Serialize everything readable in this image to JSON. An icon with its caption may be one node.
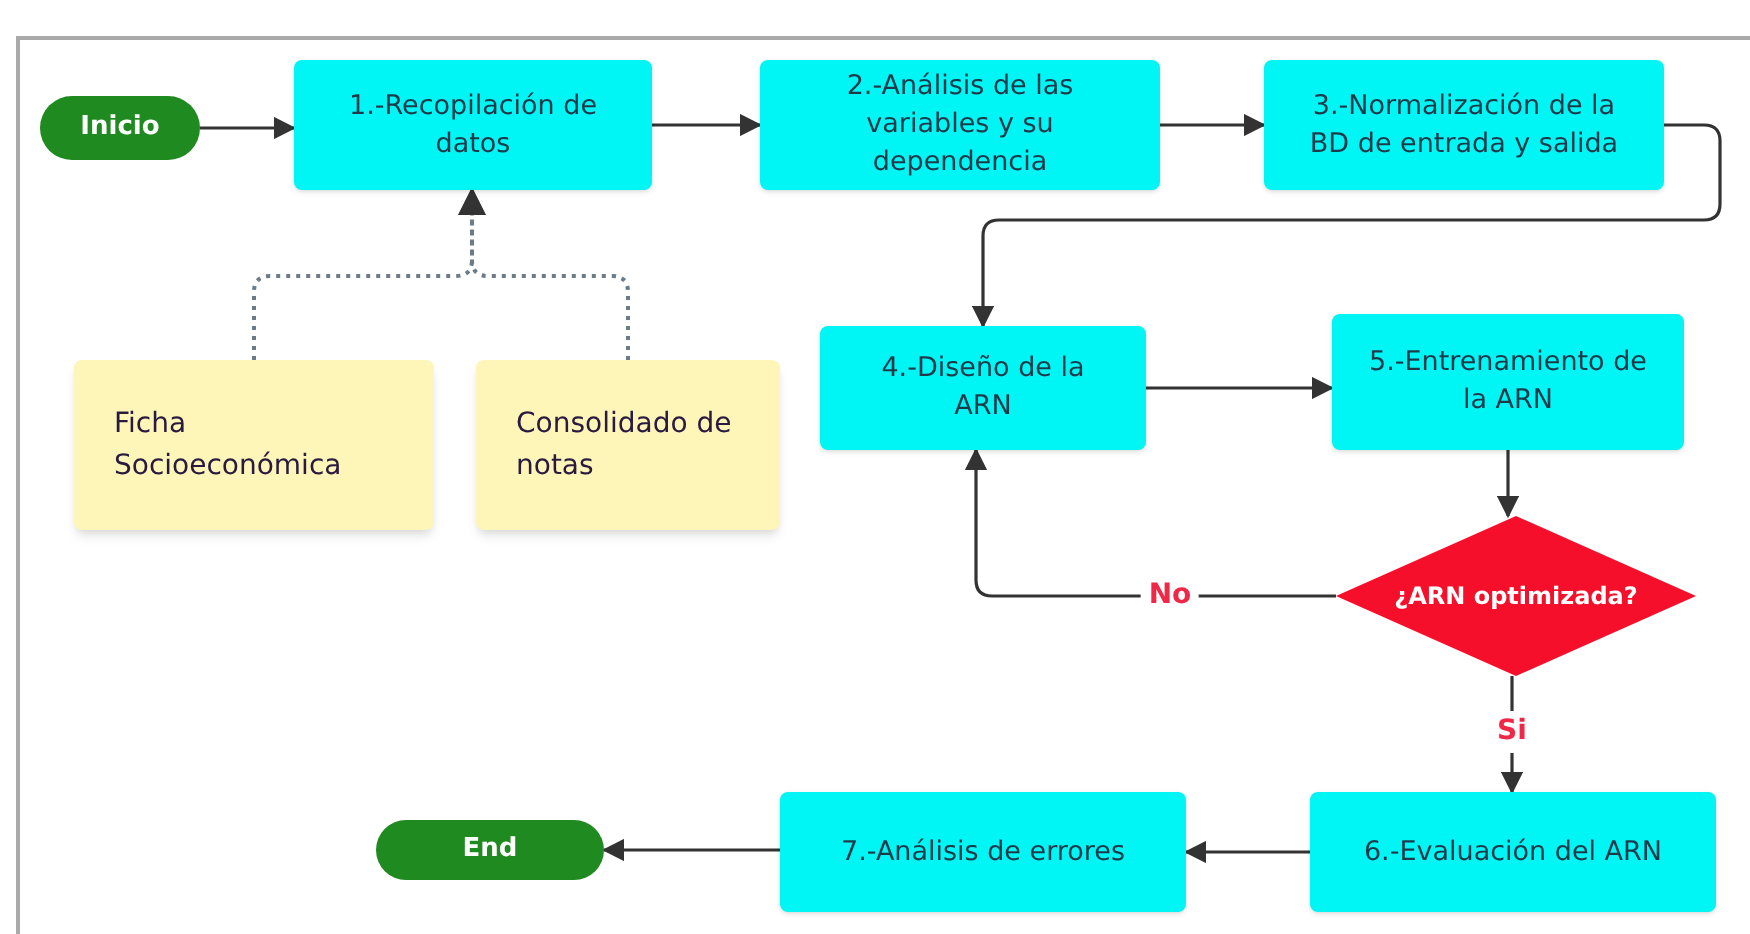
{
  "diagram": {
    "nodes": [
      {
        "text": [
          "Inicio"
        ]
      },
      {
        "text": [
          "1.-Recopilación de datos"
        ]
      },
      {
        "text": [
          "2.-Análisis de las variables y su dependencia"
        ]
      },
      {
        "text": [
          "3.-Normalización de la BD de entrada y salida"
        ]
      },
      {
        "text": [
          "Ficha Socioeconómica"
        ]
      },
      {
        "text": [
          "Consolidado de notas"
        ]
      },
      {
        "text": [
          "4.-Diseño de la ARN"
        ]
      },
      {
        "text": [
          "5.-Entrenamiento de la ARN"
        ]
      },
      {
        "text": [
          "¿ARN optimizada?"
        ]
      },
      {
        "text": [
          "6.-Evaluación del ARN"
        ]
      },
      {
        "text": [
          "7.-Análisis de errores"
        ]
      },
      {
        "text": [
          "End"
        ]
      }
    ],
    "edges": [
      {
        "from": 0,
        "to": 1,
        "arrow": "to"
      },
      {
        "from": 1,
        "to": 2,
        "arrow": "to"
      },
      {
        "from": 2,
        "to": 3,
        "arrow": "to"
      },
      {
        "from": 3,
        "to": 6,
        "arrow": "to"
      },
      {
        "from": 4,
        "to": 1,
        "arrow": "to",
        "style": "dashed"
      },
      {
        "from": 5,
        "to": 1,
        "arrow": "to",
        "style": "dashed"
      },
      {
        "from": 6,
        "to": 7,
        "arrow": "to"
      },
      {
        "from": 7,
        "to": 8,
        "arrow": "to"
      },
      {
        "from": 8,
        "to": 6,
        "arrow": "to",
        "label": "No"
      },
      {
        "from": 8,
        "to": 9,
        "arrow": "to",
        "label": "Si"
      },
      {
        "from": 9,
        "to": 10,
        "arrow": "to"
      },
      {
        "from": 10,
        "to": 11,
        "arrow": "to"
      }
    ]
  }
}
